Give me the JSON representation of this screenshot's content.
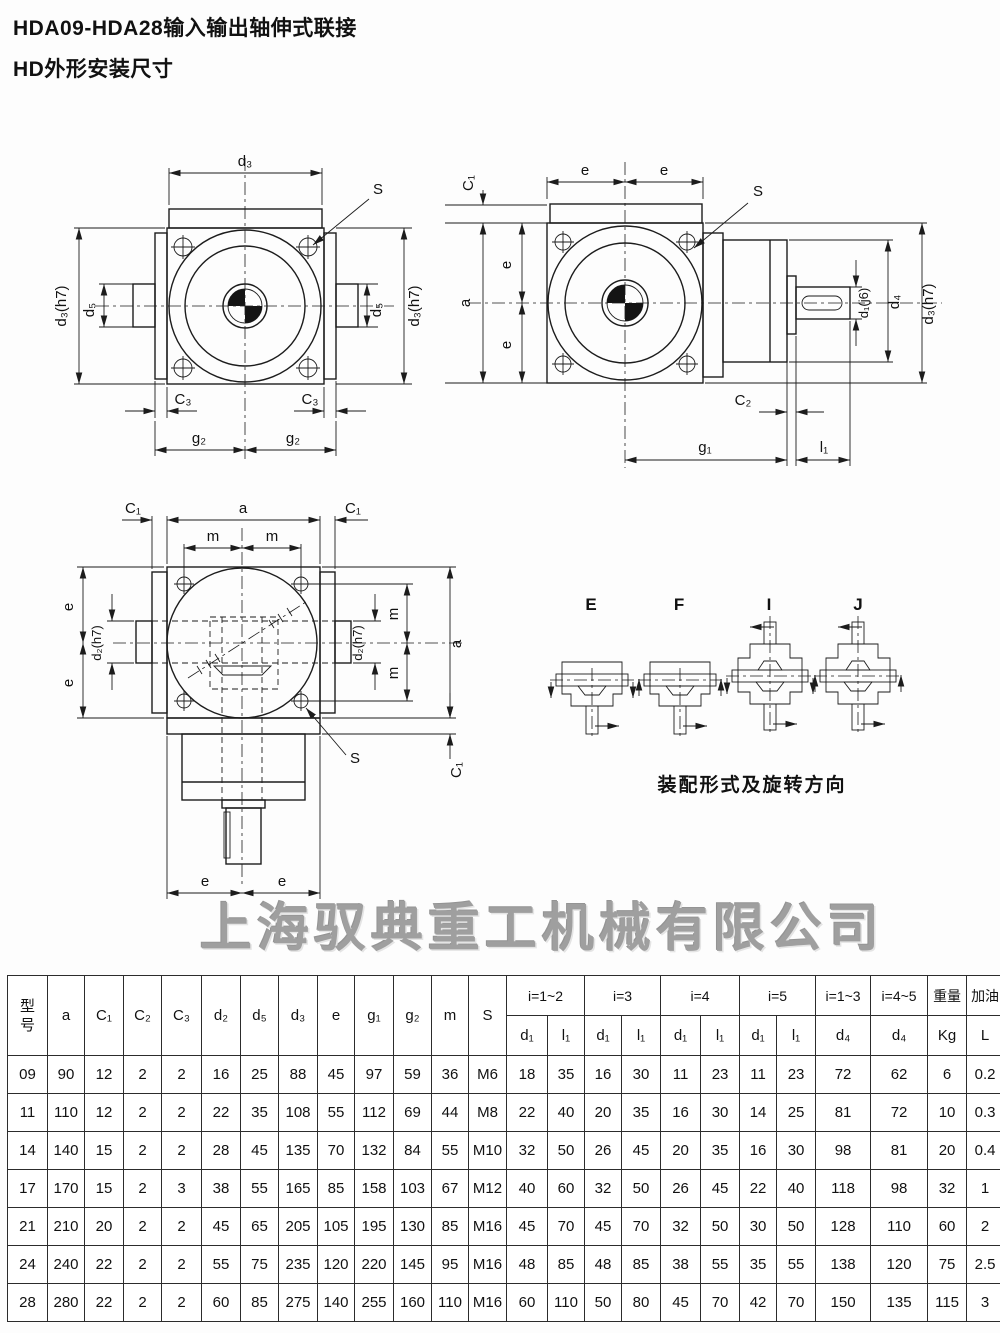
{
  "header": {
    "title_line1": "HDA09-HDA28输入输出轴伸式联接",
    "title_line2": "HD外形安装尺寸"
  },
  "watermark": "上海驭典重工机械有限公司",
  "assembly": {
    "caption": "装配形式及旋转方向",
    "variants": [
      "E",
      "F",
      "I",
      "J"
    ]
  },
  "dims": {
    "d3": "d₃",
    "d3h7": "d₃(h7)",
    "d5": "d₅",
    "c3": "C₃",
    "g2": "g₂",
    "s": "S",
    "c1": "C₁",
    "e": "e",
    "a": "a",
    "m": "m",
    "d2h7": "d₂(h7)",
    "d1j6": "d₁(j6)",
    "d4": "d₄",
    "c2": "C₂",
    "g1": "g₁",
    "l1": "l₁"
  },
  "table": {
    "col_headers": [
      "型号",
      "a",
      "C₁",
      "C₂",
      "C₃",
      "d₂",
      "d₅",
      "d₃",
      "e",
      "g₁",
      "g₂",
      "m",
      "S"
    ],
    "groups": [
      {
        "label": "i=1~2"
      },
      {
        "label": "i=3"
      },
      {
        "label": "i=4"
      },
      {
        "label": "i=5"
      },
      {
        "label": "i=1~3"
      },
      {
        "label": "i=4~5"
      },
      {
        "label": "重量"
      },
      {
        "label": "加油"
      }
    ],
    "sub_headers": [
      "d₁",
      "l₁",
      "d₁",
      "l₁",
      "d₁",
      "l₁",
      "d₁",
      "l₁",
      "d₄",
      "d₄",
      "Kg",
      "L"
    ],
    "rows": [
      [
        "09",
        "90",
        "12",
        "2",
        "2",
        "16",
        "25",
        "88",
        "45",
        "97",
        "59",
        "36",
        "M6",
        "18",
        "35",
        "16",
        "30",
        "11",
        "23",
        "11",
        "23",
        "72",
        "62",
        "6",
        "0.2"
      ],
      [
        "11",
        "110",
        "12",
        "2",
        "2",
        "22",
        "35",
        "108",
        "55",
        "112",
        "69",
        "44",
        "M8",
        "22",
        "40",
        "20",
        "35",
        "16",
        "30",
        "14",
        "25",
        "81",
        "72",
        "10",
        "0.3"
      ],
      [
        "14",
        "140",
        "15",
        "2",
        "2",
        "28",
        "45",
        "135",
        "70",
        "132",
        "84",
        "55",
        "M10",
        "32",
        "50",
        "26",
        "45",
        "20",
        "35",
        "16",
        "30",
        "98",
        "81",
        "20",
        "0.4"
      ],
      [
        "17",
        "170",
        "15",
        "2",
        "3",
        "38",
        "55",
        "165",
        "85",
        "158",
        "103",
        "67",
        "M12",
        "40",
        "60",
        "32",
        "50",
        "26",
        "45",
        "22",
        "40",
        "118",
        "98",
        "32",
        "1"
      ],
      [
        "21",
        "210",
        "20",
        "2",
        "2",
        "45",
        "65",
        "205",
        "105",
        "195",
        "130",
        "85",
        "M16",
        "45",
        "70",
        "45",
        "70",
        "32",
        "50",
        "30",
        "50",
        "128",
        "110",
        "60",
        "2"
      ],
      [
        "24",
        "240",
        "22",
        "2",
        "2",
        "55",
        "75",
        "235",
        "120",
        "220",
        "145",
        "95",
        "M16",
        "48",
        "85",
        "48",
        "85",
        "38",
        "55",
        "35",
        "55",
        "138",
        "120",
        "75",
        "2.5"
      ],
      [
        "28",
        "280",
        "22",
        "2",
        "2",
        "60",
        "85",
        "275",
        "140",
        "255",
        "160",
        "110",
        "M16",
        "60",
        "110",
        "50",
        "80",
        "45",
        "70",
        "42",
        "70",
        "150",
        "135",
        "115",
        "3"
      ]
    ]
  }
}
